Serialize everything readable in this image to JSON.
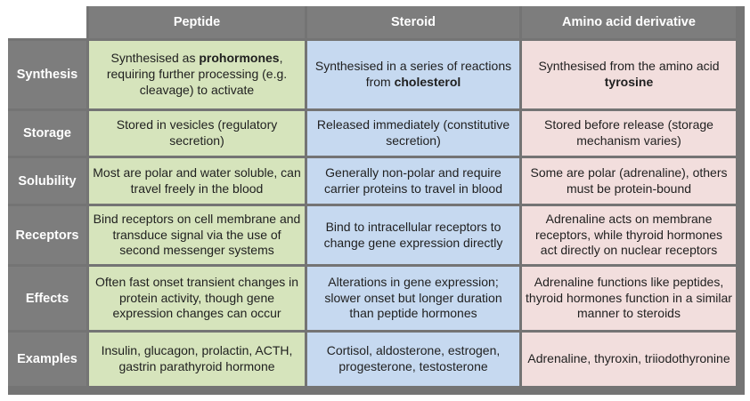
{
  "colors": {
    "frame_gray": "#7d7d7d",
    "border_gray": "#747474",
    "peptide_green": "#d6e4bc",
    "steroid_blue": "#c6d9f0",
    "amino_pink": "#f2dedd",
    "header_text": "#ffffff",
    "body_text": "#1f1f1f"
  },
  "table": {
    "columns": [
      {
        "label": "Peptide",
        "color": "#d6e4bc"
      },
      {
        "label": "Steroid",
        "color": "#c6d9f0"
      },
      {
        "label": "Amino acid derivative",
        "color": "#f2dedd"
      }
    ],
    "rows": [
      {
        "label": "Synthesis",
        "cells": [
          [
            {
              "t": "Synthesised as ",
              "b": false
            },
            {
              "t": "prohormones",
              "b": true
            },
            {
              "t": ", requiring further processing (e.g. cleavage) to activate",
              "b": false
            }
          ],
          [
            {
              "t": "Synthesised in a series of reactions from ",
              "b": false
            },
            {
              "t": "cholesterol",
              "b": true
            }
          ],
          [
            {
              "t": "Synthesised from the amino acid ",
              "b": false
            },
            {
              "t": "tyrosine",
              "b": true
            }
          ]
        ]
      },
      {
        "label": "Storage",
        "cells": [
          [
            {
              "t": "Stored in vesicles (regulatory secretion)",
              "b": false
            }
          ],
          [
            {
              "t": "Released immediately (constitutive secretion)",
              "b": false
            }
          ],
          [
            {
              "t": "Stored before release (storage mechanism varies)",
              "b": false
            }
          ]
        ]
      },
      {
        "label": "Solubility",
        "cells": [
          [
            {
              "t": "Most are polar and water soluble, can travel freely in the blood",
              "b": false
            }
          ],
          [
            {
              "t": "Generally non-polar and require carrier proteins to travel in blood",
              "b": false
            }
          ],
          [
            {
              "t": "Some are polar (adrenaline), others must be protein-bound",
              "b": false
            }
          ]
        ]
      },
      {
        "label": "Receptors",
        "cells": [
          [
            {
              "t": "Bind receptors on cell membrane and transduce signal via the use of second messenger systems",
              "b": false
            }
          ],
          [
            {
              "t": "Bind to intracellular receptors to change gene expression directly",
              "b": false
            }
          ],
          [
            {
              "t": "Adrenaline acts on membrane receptors, while thyroid hormones act directly on nuclear receptors",
              "b": false
            }
          ]
        ]
      },
      {
        "label": "Effects",
        "cells": [
          [
            {
              "t": "Often fast onset transient changes in protein activity, though gene expression changes can occur",
              "b": false
            }
          ],
          [
            {
              "t": "Alterations in gene expression; slower onset but longer duration than peptide hormones",
              "b": false
            }
          ],
          [
            {
              "t": "Adrenaline functions like peptides, thyroid hormones function in a similar manner to steroids",
              "b": false
            }
          ]
        ]
      },
      {
        "label": "Examples",
        "cells": [
          [
            {
              "t": "Insulin, glucagon, prolactin, ACTH, gastrin parathyroid hormone",
              "b": false
            }
          ],
          [
            {
              "t": "Cortisol, aldosterone, estrogen, progesterone, testosterone",
              "b": false
            }
          ],
          [
            {
              "t": "Adrenaline, thyroxin, triiodothyronine",
              "b": false
            }
          ]
        ]
      }
    ]
  },
  "chart_data": {
    "type": "table",
    "columns": [
      "",
      "Peptide",
      "Steroid",
      "Amino acid derivative"
    ],
    "rows": [
      [
        "Synthesis",
        "Synthesised as prohormones, requiring further processing (e.g. cleavage) to activate",
        "Synthesised in a series of reactions from cholesterol",
        "Synthesised from the amino acid tyrosine"
      ],
      [
        "Storage",
        "Stored in vesicles (regulatory secretion)",
        "Released immediately (constitutive secretion)",
        "Stored before release (storage mechanism varies)"
      ],
      [
        "Solubility",
        "Most are polar and water soluble, can travel freely in the blood",
        "Generally non-polar and require carrier proteins to travel in blood",
        "Some are polar (adrenaline), others must be protein-bound"
      ],
      [
        "Receptors",
        "Bind receptors on cell membrane and transduce signal via the use of second messenger systems",
        "Bind to intracellular receptors to change gene expression directly",
        "Adrenaline acts on membrane receptors, while thyroid hormones act directly on nuclear receptors"
      ],
      [
        "Effects",
        "Often fast onset transient changes in protein activity, though gene expression changes can occur",
        "Alterations in gene expression; slower onset but longer duration than peptide hormones",
        "Adrenaline functions like peptides, thyroid hormones function in a similar manner to steroids"
      ],
      [
        "Examples",
        "Insulin, glucagon, prolactin, ACTH, gastrin parathyroid hormone",
        "Cortisol, aldosterone, estrogen, progesterone, testosterone",
        "Adrenaline, thyroxin, triiodothyronine"
      ]
    ],
    "bold_terms": [
      "prohormones",
      "cholesterol",
      "tyrosine"
    ],
    "legend_position": "none",
    "grid": true
  }
}
